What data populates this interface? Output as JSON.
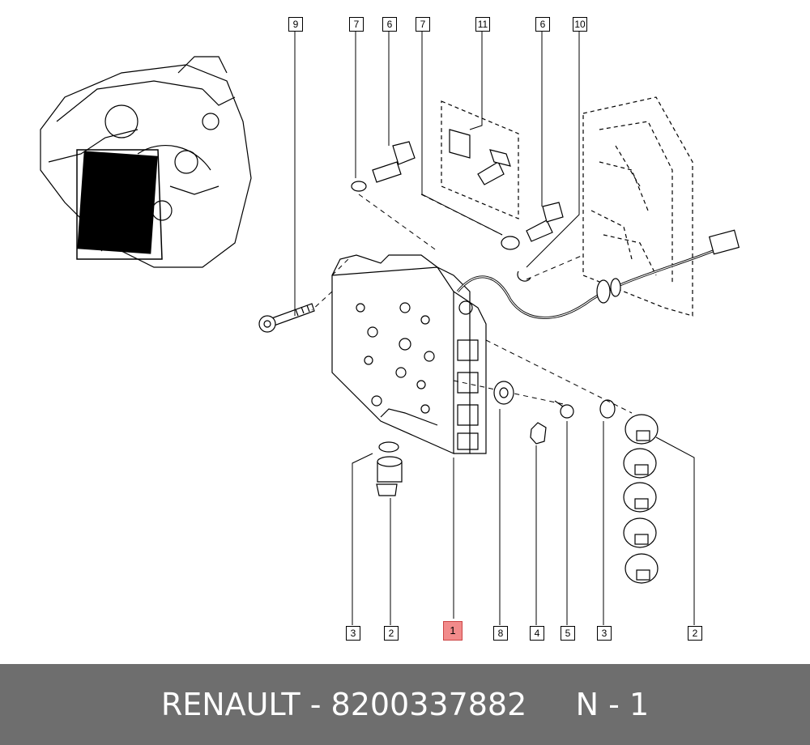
{
  "callouts": {
    "c9": "9",
    "c7a": "7",
    "c6a": "6",
    "c7b": "7",
    "c11": "11",
    "c6b": "6",
    "c10": "10",
    "b3a": "3",
    "b2a": "2",
    "b1": "1",
    "b8": "8",
    "b4": "4",
    "b5": "5",
    "b3b": "3",
    "b2b": "2"
  },
  "highlight_color": "#f28b8b",
  "footer": {
    "text": "RENAULT - 8200337882     N - 1",
    "background": "#6e6e6e"
  }
}
